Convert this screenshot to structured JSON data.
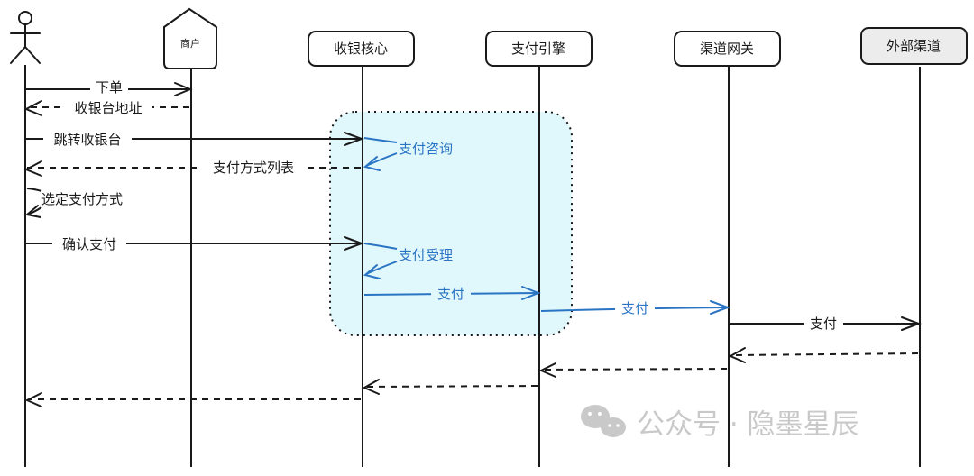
{
  "participants": {
    "merchant": "商户",
    "cashier_core": "收银核心",
    "payment_engine": "支付引擎",
    "channel_gateway": "渠道网关",
    "external_channel": "外部渠道"
  },
  "messages": {
    "place_order": "下单",
    "cashier_address": "收银台地址",
    "redirect_cashier": "跳转收银台",
    "payment_method_list": "支付方式列表",
    "select_payment_method": "选定支付方式",
    "confirm_payment": "确认支付",
    "payment_inquiry": "支付咨询",
    "payment_acceptance": "支付受理",
    "pay_core_to_engine": "支付",
    "pay_engine_to_gateway": "支付",
    "pay_gateway_to_external": "支付"
  },
  "watermark": {
    "text": "公众号 · 隐墨星辰",
    "icon": "wechat-icon"
  },
  "colors": {
    "highlight_fill": "#e0f7fb",
    "accent_blue": "#2a74c4",
    "external_box_fill": "#ececec",
    "line": "#1a1a1a"
  }
}
